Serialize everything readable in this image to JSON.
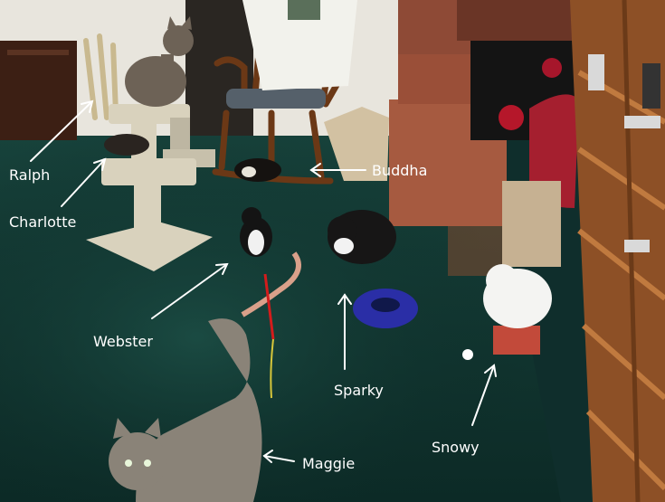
{
  "labels": {
    "ralph": "Ralph",
    "charlotte": "Charlotte",
    "buddha": "Buddha",
    "webster": "Webster",
    "sparky": "Sparky",
    "maggie": "Maggie",
    "snowy": "Snowy"
  },
  "colors": {
    "carpet": "#12342f",
    "wall": "#e9e6df",
    "brick": "#a8543c",
    "shelf_wood": "#9b5a2e",
    "annotation": "#ffffff"
  }
}
